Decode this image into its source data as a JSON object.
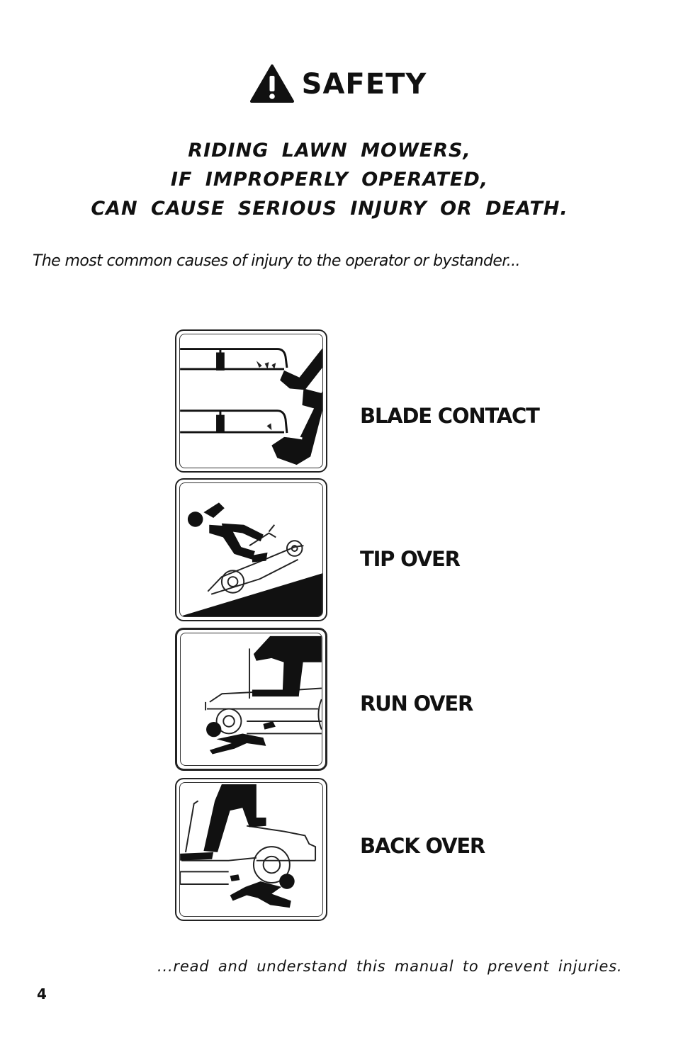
{
  "header": {
    "title": "SAFETY",
    "icon": "warning-triangle-icon"
  },
  "warning": {
    "lines": [
      "RIDING   LAWN   MOWERS,",
      "IF   IMPROPERLY   OPERATED,",
      "CAN  CAUSE  SERIOUS  INJURY  OR  DEATH."
    ]
  },
  "intro": "The most common causes of injury to the operator or bystander...",
  "hazards": [
    {
      "label": "BLADE CONTACT",
      "icon": "blade-contact-pictogram"
    },
    {
      "label": "TIP OVER",
      "icon": "tip-over-pictogram"
    },
    {
      "label": "RUN OVER",
      "icon": "run-over-pictogram"
    },
    {
      "label": "BACK OVER",
      "icon": "back-over-pictogram"
    }
  ],
  "footer_note": "...read  and  understand  this  manual  to  prevent  injuries.",
  "page_number": "4"
}
